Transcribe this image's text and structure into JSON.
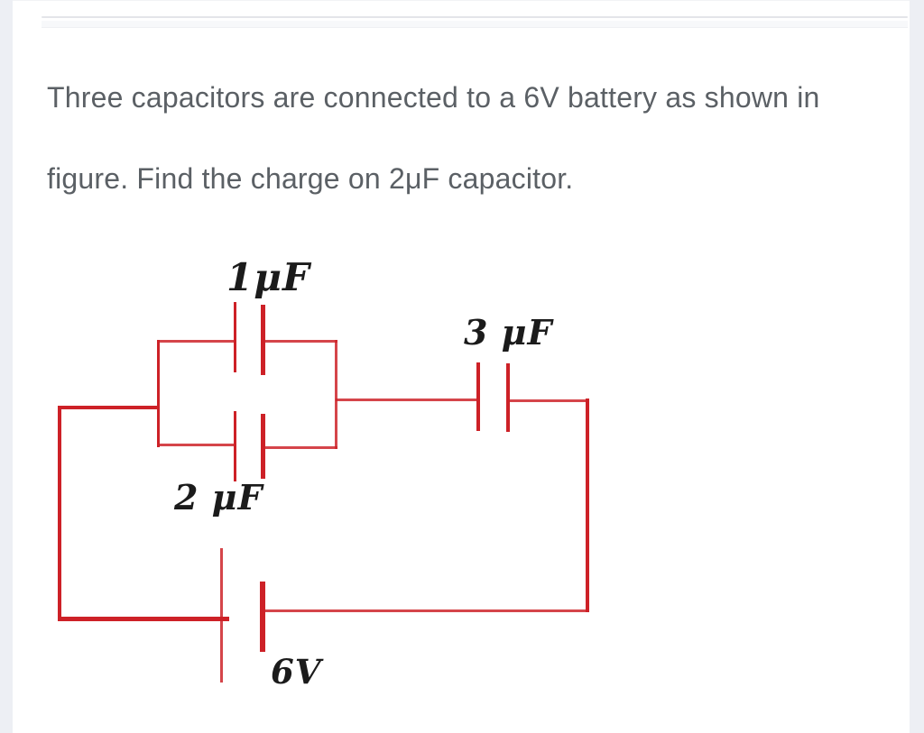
{
  "colors": {
    "background": "#ffffff",
    "side_strip": "#edeff4",
    "divider": "#e4e5e9",
    "question_text": "#5b6065",
    "wire": "#cd2127",
    "label": "#1b1b1b"
  },
  "question": {
    "line1": "Three capacitors are connected to a 6V battery as shown in",
    "line2": "figure. Find the charge on 2μF capacitor."
  },
  "circuit": {
    "labels": {
      "cap1": "1μF",
      "cap2": "2 μF",
      "cap3": "3 μF",
      "battery": "6V"
    },
    "components": [
      {
        "type": "capacitor",
        "value": "1μF"
      },
      {
        "type": "capacitor",
        "value": "2μF"
      },
      {
        "type": "capacitor",
        "value": "3μF"
      },
      {
        "type": "battery",
        "value": "6V"
      }
    ]
  }
}
